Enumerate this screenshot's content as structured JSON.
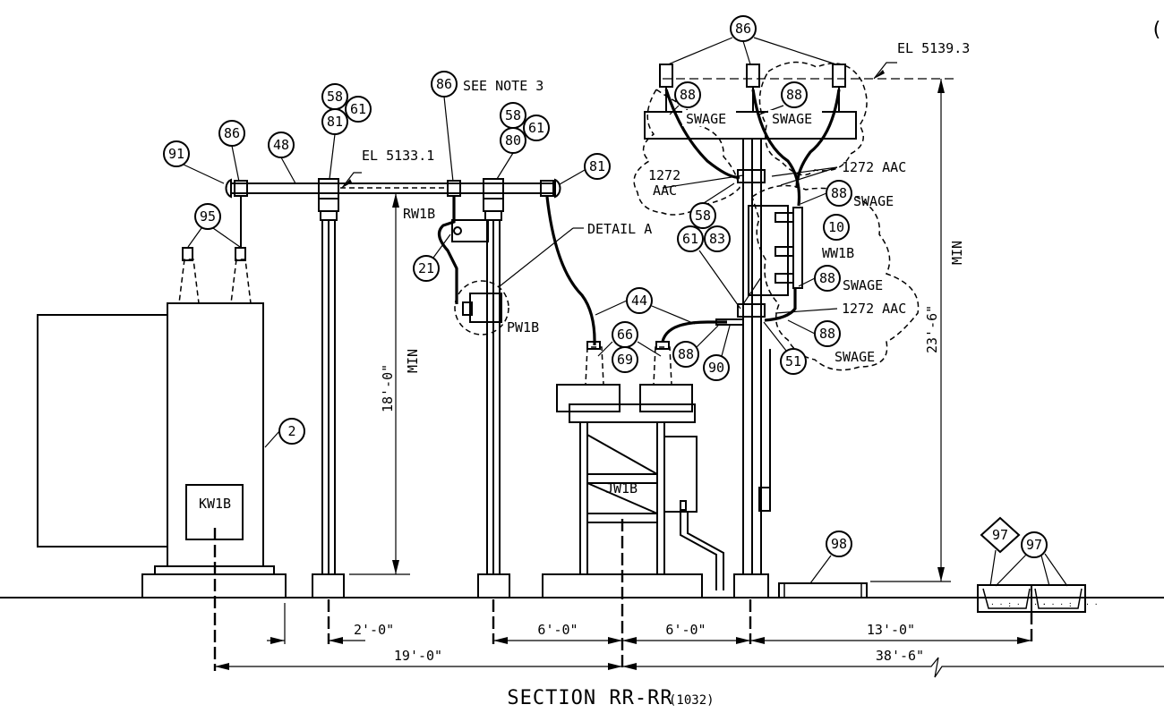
{
  "title": {
    "main": "SECTION RR-RR",
    "ref": "(1032)"
  },
  "edge_mark": "(",
  "elevations": {
    "top": "EL 5139.3",
    "bus": "EL 5133.1"
  },
  "callouts": [
    {
      "id": "c86a",
      "num": "86"
    },
    {
      "id": "c86b",
      "num": "86"
    },
    {
      "id": "c86c",
      "num": "86"
    },
    {
      "id": "c91",
      "num": "91"
    },
    {
      "id": "c48",
      "num": "48"
    },
    {
      "id": "c58a",
      "num": "58"
    },
    {
      "id": "c61a",
      "num": "61"
    },
    {
      "id": "c81a",
      "num": "81"
    },
    {
      "id": "c58b",
      "num": "58"
    },
    {
      "id": "c61b",
      "num": "61"
    },
    {
      "id": "c80",
      "num": "80"
    },
    {
      "id": "c81b",
      "num": "81"
    },
    {
      "id": "c95",
      "num": "95"
    },
    {
      "id": "c21",
      "num": "21"
    },
    {
      "id": "c2",
      "num": "2"
    },
    {
      "id": "c44",
      "num": "44"
    },
    {
      "id": "c66",
      "num": "66"
    },
    {
      "id": "c69",
      "num": "69"
    },
    {
      "id": "c88a",
      "num": "88"
    },
    {
      "id": "c90",
      "num": "90"
    },
    {
      "id": "c88b",
      "num": "88"
    },
    {
      "id": "c88c",
      "num": "88"
    },
    {
      "id": "c58c",
      "num": "58"
    },
    {
      "id": "c83",
      "num": "83"
    },
    {
      "id": "c61c",
      "num": "61"
    },
    {
      "id": "c88d",
      "num": "88"
    },
    {
      "id": "c10",
      "num": "10"
    },
    {
      "id": "c88e",
      "num": "88"
    },
    {
      "id": "c51",
      "num": "51"
    },
    {
      "id": "c88f",
      "num": "88"
    },
    {
      "id": "c98",
      "num": "98"
    },
    {
      "id": "c97b",
      "num": "97"
    }
  ],
  "diamond_callout": "97",
  "labels": {
    "see_note": "SEE NOTE 3",
    "detail": "DETAIL A",
    "rw1b": "RW1B",
    "pw1b": "PW1B",
    "kw1b": "KW1B",
    "jw1b": "JW1B",
    "ww1b": "WW1B",
    "swage": "SWAGE",
    "aac_1272": "1272",
    "aac": "AAC",
    "aac_full": "1272 AAC",
    "min": "MIN"
  },
  "dimensions": {
    "h_18": "18'-0\"",
    "h_23": "23'-6\"",
    "d_2": "2'-0\"",
    "d_6a": "6'-0\"",
    "d_6b": "6'-0\"",
    "d_13": "13'-0\"",
    "d_19": "19'-0\"",
    "d_38": "38'-6\""
  }
}
